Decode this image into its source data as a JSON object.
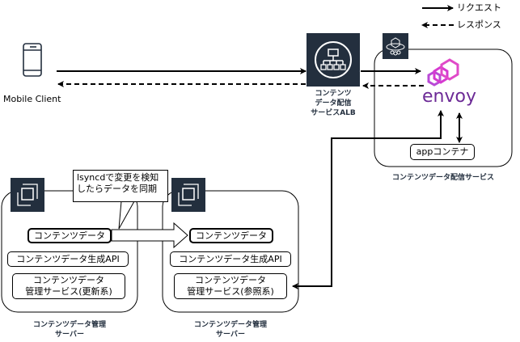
{
  "legend": {
    "request_label": "リクエスト",
    "response_label": "レスポンス"
  },
  "mobile_client": {
    "label": "Mobile Client",
    "icon": "mobile-phone-icon"
  },
  "alb": {
    "label_line1": "コンテンツ",
    "label_line2": "データ配信",
    "label_line3": "サービスALB",
    "icon": "load-balancer-icon"
  },
  "delivery_service": {
    "group_label": "コンテンツデータ配信サービス",
    "icon": "ecs-service-icon",
    "envoy_label": "envoy",
    "app_container_label": "appコンテナ"
  },
  "sync_callout": {
    "line1": "lsyncdで変更を検知",
    "line2": "したらデータを同期"
  },
  "server_left": {
    "group_label_line1": "コンテンツデータ管理",
    "group_label_line2": "サーバー",
    "icon": "ec2-instance-icon",
    "content_data": "コンテンツデータ",
    "generation_api": "コンテンツデータ生成API",
    "mgmt_service_line1": "コンテンツデータ",
    "mgmt_service_line2": "管理サービス(更新系)"
  },
  "server_right": {
    "group_label_line1": "コンテンツデータ管理",
    "group_label_line2": "サーバー",
    "icon": "ec2-instance-icon",
    "content_data": "コンテンツデータ",
    "generation_api": "コンテンツデータ生成API",
    "mgmt_service_line1": "コンテンツデータ",
    "mgmt_service_line2": "管理サービス(参照系)"
  },
  "colors": {
    "aws_icon_bg": "#232f3e",
    "envoy_purple": "#6c2a96",
    "envoy_magenta": "#d63ad0"
  }
}
